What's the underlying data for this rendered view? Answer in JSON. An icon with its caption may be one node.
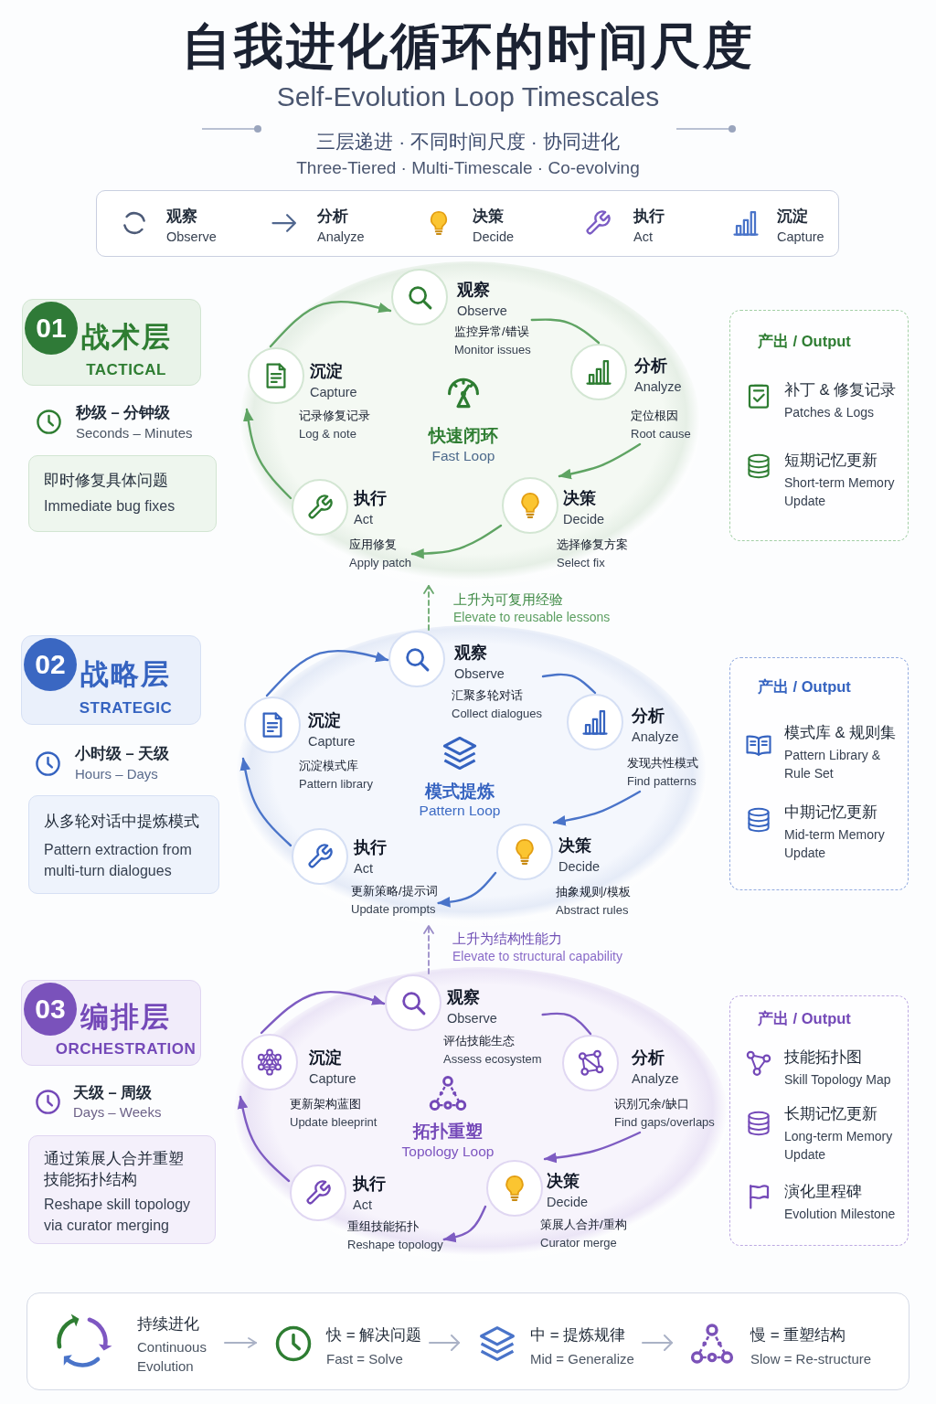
{
  "diagram": {
    "title": "自我进化循环的时间尺度",
    "nodes": [
      {
        "text": [
          "观察",
          "Observe",
          "分析",
          "Analyze",
          "决策",
          "Decide",
          "执行",
          "Act",
          "沉淀",
          "Capture"
        ]
      },
      {
        "text": [
          "战术层",
          "TACTICAL"
        ]
      },
      {
        "text": [
          "01"
        ],
        "in": 1
      },
      {
        "text": [
          "即时修复具体问题",
          "Immediate bug fixes"
        ]
      },
      {
        "text": [
          "快速闭环",
          "Fast Loop"
        ]
      },
      {
        "text": [
          "观察",
          "Observe",
          "监控异常/错误",
          "Monitor issues"
        ],
        "in": 4
      },
      {
        "text": [
          "分析",
          "Analyze",
          "定位根因",
          "Root cause"
        ],
        "in": 4
      },
      {
        "text": [
          "决策",
          "Decide",
          "选择修复方案",
          "Select fix"
        ],
        "in": 4
      },
      {
        "text": [
          "执行",
          "Act",
          "应用修复",
          "Apply patch"
        ],
        "in": 4
      },
      {
        "text": [
          "沉淀",
          "Capture",
          "记录修复记录",
          "Log & note"
        ],
        "in": 4
      },
      {
        "text": [
          "产出 / Output",
          "补丁 & 修复记录",
          "Patches & Logs",
          "短期记忆更新",
          "Short-term Memory Update"
        ]
      },
      {
        "text": [
          "战略层",
          "STRATEGIC"
        ]
      },
      {
        "text": [
          "02"
        ],
        "in": 11
      },
      {
        "text": [
          "从多轮对话中提炼模式",
          "Pattern extraction from multi-turn dialogues"
        ]
      },
      {
        "text": [
          "模式提炼",
          "Pattern Loop"
        ]
      },
      {
        "text": [
          "观察",
          "Observe",
          "汇聚多轮对话",
          "Collect dialogues"
        ],
        "in": 14
      },
      {
        "text": [
          "分析",
          "Analyze",
          "发现共性模式",
          "Find patterns"
        ],
        "in": 14
      },
      {
        "text": [
          "决策",
          "Decide",
          "抽象规则/模板",
          "Abstract rules"
        ],
        "in": 14
      },
      {
        "text": [
          "执行",
          "Act",
          "更新策略/提示词",
          "Update prompts"
        ],
        "in": 14
      },
      {
        "text": [
          "沉淀",
          "Capture",
          "沉淀模式库",
          "Pattern library"
        ],
        "in": 14
      },
      {
        "text": [
          "产出 / Output",
          "模式库 & 规则集",
          "Pattern Library & Rule Set",
          "中期记忆更新",
          "Mid-term Memory Update"
        ]
      },
      {
        "text": [
          "编排层",
          "ORCHESTRATION"
        ]
      },
      {
        "text": [
          "03"
        ],
        "in": 21
      },
      {
        "text": [
          "通过策展人合并重塑技能拓扑结构",
          "Reshape skill topology via curator merging"
        ]
      },
      {
        "text": [
          "拓扑重塑",
          "Topology Loop"
        ]
      },
      {
        "text": [
          "观察",
          "Observe",
          "评估技能生态",
          "Assess ecosystem"
        ],
        "in": 24
      },
      {
        "text": [
          "分析",
          "Analyze",
          "识别冗余/缺口",
          "Find gaps/overlaps"
        ],
        "in": 24
      },
      {
        "text": [
          "决策",
          "Decide",
          "策展人合并/重构",
          "Curator merge"
        ],
        "in": 24
      },
      {
        "text": [
          "执行",
          "Act",
          "重组技能拓扑",
          "Reshape topology"
        ],
        "in": 24
      },
      {
        "text": [
          "沉淀",
          "Capture",
          "更新架构蓝图",
          "Update bleeprint"
        ],
        "in": 24
      },
      {
        "text": [
          "产出 / Output",
          "技能拓扑图",
          "Skill Topology Map",
          "长期记忆更新",
          "Long-term Memory Update",
          "演化里程碑",
          "Evolution Milestone"
        ]
      },
      {
        "text": [],
        "shape": "box"
      },
      {
        "text": [
          "持续进化",
          "Continuous Evolution"
        ],
        "in": 31
      },
      {
        "text": [
          "快 = 解决问题",
          "Fast = Solve"
        ],
        "in": 31
      },
      {
        "text": [
          "中 = 提炼规律",
          "Mid = Generalize"
        ],
        "in": 31
      },
      {
        "text": [
          "慢 = 重塑结构",
          "Slow = Re-structure"
        ],
        "in": 31
      }
    ],
    "edges": [
      {
        "from": 5,
        "to": 6,
        "arrow": "none",
        "color": "#5fa463"
      },
      {
        "from": 6,
        "to": 7,
        "arrow": "to",
        "color": "#5fa463"
      },
      {
        "from": 7,
        "to": 8,
        "arrow": "to",
        "color": "#5fa463"
      },
      {
        "from": 8,
        "to": 9,
        "arrow": "to",
        "color": "#5fa463"
      },
      {
        "from": 9,
        "to": 5,
        "arrow": "to",
        "color": "#5fa463"
      },
      {
        "from": 15,
        "to": 16,
        "arrow": "none",
        "color": "#4a74c9"
      },
      {
        "from": 16,
        "to": 17,
        "arrow": "to",
        "color": "#4a74c9"
      },
      {
        "from": 17,
        "to": 18,
        "arrow": "to",
        "color": "#4a74c9"
      },
      {
        "from": 18,
        "to": 19,
        "arrow": "to",
        "color": "#4a74c9"
      },
      {
        "from": 19,
        "to": 15,
        "arrow": "to",
        "color": "#4a74c9"
      },
      {
        "from": 25,
        "to": 26,
        "arrow": "none",
        "color": "#7e5cc2"
      },
      {
        "from": 26,
        "to": 27,
        "arrow": "to",
        "color": "#7e5cc2"
      },
      {
        "from": 27,
        "to": 28,
        "arrow": "to",
        "color": "#7e5cc2"
      },
      {
        "from": 28,
        "to": 29,
        "arrow": "to",
        "color": "#7e5cc2"
      },
      {
        "from": 29,
        "to": 25,
        "arrow": "to",
        "color": "#7e5cc2"
      },
      {
        "from": 15,
        "to": 4,
        "arrow": "to",
        "style": "dashed",
        "color": "#6aa86e"
      },
      {
        "from": 25,
        "to": 14,
        "arrow": "to",
        "style": "dashed",
        "color": "#9a8cc8"
      },
      {
        "from": 32,
        "to": 33,
        "arrow": "to",
        "color": "#aab2c6"
      },
      {
        "from": 33,
        "to": 34,
        "arrow": "to",
        "color": "#aab2c6"
      },
      {
        "from": 34,
        "to": 35,
        "arrow": "to",
        "color": "#aab2c6"
      }
    ],
    "labels": [
      "Self-Evolution Loop Timescales",
      "三层递进 · 不同时间尺度 · 协同进化",
      "Three-Tiered · Multi-Timescale · Co-evolving",
      "秒级 – 分钟级",
      "Seconds – Minutes",
      "上升为可复用经验",
      "Elevate to reusable lessons",
      "小时级 – 天级",
      "Hours – Days",
      "上升为结构性能力",
      "Elevate to structural capability",
      "天级 – 周级",
      "Days – Weeks"
    ]
  }
}
